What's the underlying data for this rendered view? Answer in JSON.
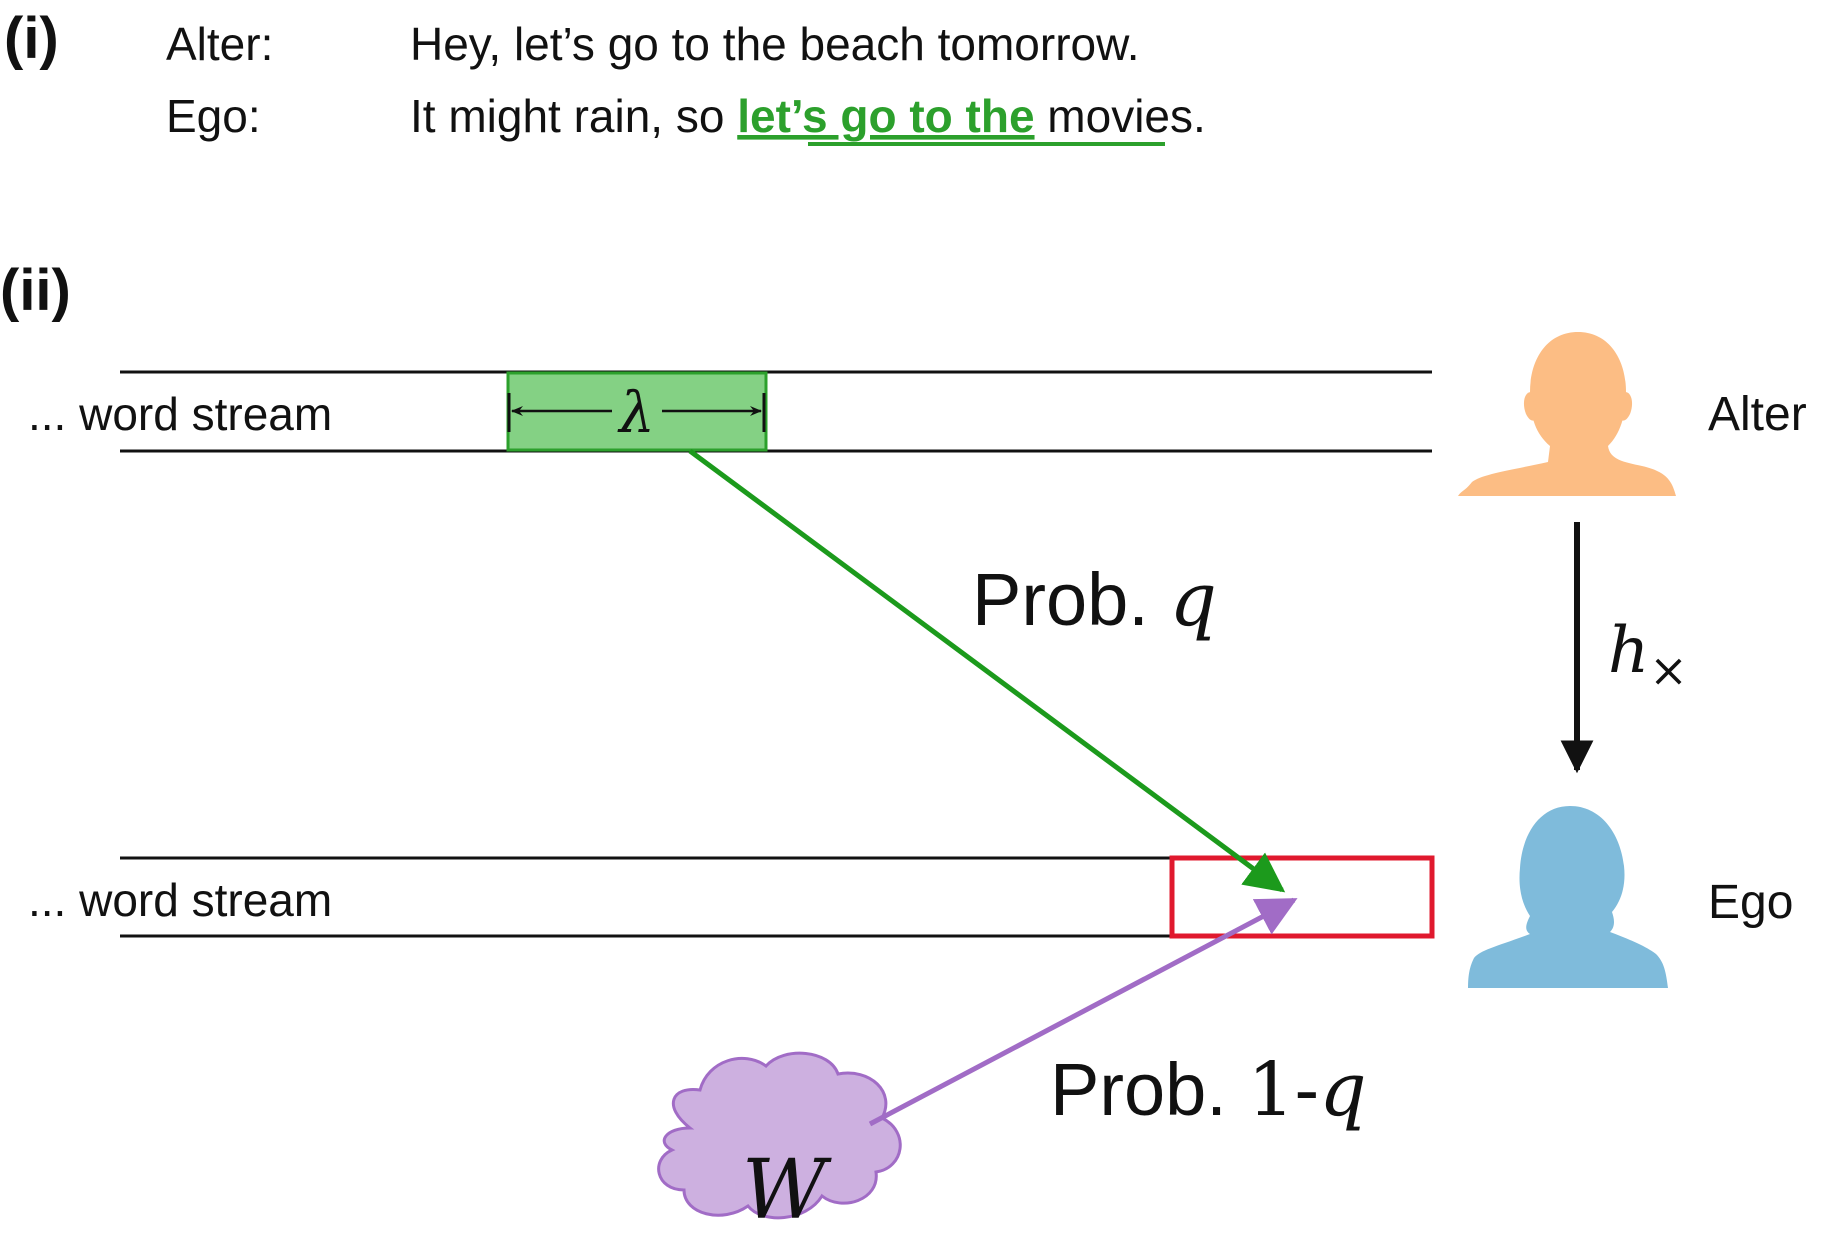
{
  "panel_i": {
    "label": "(i)",
    "rows": [
      {
        "speaker": "Alter:",
        "text_before": "Hey, let’s go to the beach tomorrow.",
        "highlight": "",
        "text_after": ""
      },
      {
        "speaker": "Ego:",
        "text_before": "It might rain, so ",
        "highlight": "let’s go to the",
        "text_after": " movies."
      }
    ]
  },
  "panel_ii": {
    "label": "(ii)",
    "stream_alter_label": "... word stream",
    "stream_ego_label": "... word stream",
    "lambda_symbol": "λ",
    "alter_name": "Alter",
    "ego_name": "Ego",
    "prob_q": {
      "prefix": "Prob. ",
      "symbol": "q"
    },
    "prob_one_minus_q": {
      "prefix": "Prob. ",
      "one": "1",
      "dash": "-",
      "symbol": "q"
    },
    "h_symbol": "h",
    "h_subscript": "×",
    "cloud_symbol": "W"
  },
  "colors": {
    "green_text": "#2ca02c",
    "green_box_fill": "#84d184",
    "green_box_stroke": "#2ca02c",
    "green_arrow": "#1c9a1c",
    "red_box": "#e0192e",
    "purple_arrow": "#a16cc6",
    "cloud_fill": "#cdb0e0",
    "cloud_stroke": "#a16cc6",
    "alter_person": "#fcbd84",
    "ego_person": "#7fbbdb",
    "black": "#111111"
  }
}
